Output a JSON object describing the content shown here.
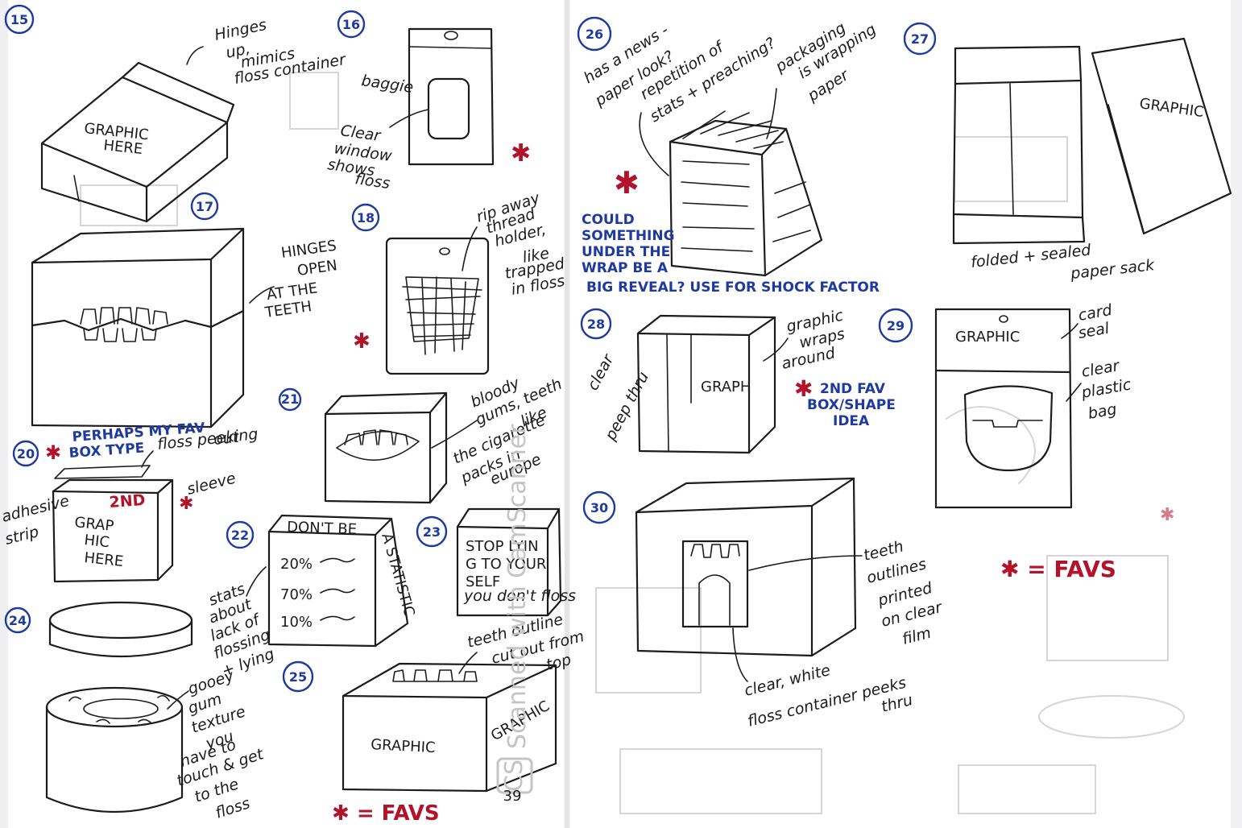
{
  "left_page": {
    "page_number": "39",
    "favs_key": "✱ = FAVS",
    "sketches": {
      "s15": {
        "number": "15",
        "graphic_line1": "GRAPHIC",
        "graphic_line2": "HERE",
        "note_line1": "Hinges",
        "note_line2": "up,",
        "note_line3": "mimics",
        "note_line4": "floss container"
      },
      "s16": {
        "number": "16",
        "note_baggie": "baggie",
        "note_line1": "Clear",
        "note_line2": "window",
        "note_line3": "shows",
        "note_line4": "floss"
      },
      "s17": {
        "number": "17",
        "note_line1": "HINGES",
        "note_line2": "OPEN",
        "note_line3": "AT THE",
        "note_line4": "TEETH"
      },
      "s18": {
        "number": "18",
        "note_line1": "rip away",
        "note_line2": "thread",
        "note_line3": "holder,",
        "note_line4": "like",
        "note_line5": "trapped",
        "note_line6": "in floss"
      },
      "s20": {
        "number": "20",
        "fav_line1": "PERHAPS MY FAV",
        "fav_line2": "BOX TYPE",
        "note_peek": "floss peeking",
        "note_out": "out",
        "note_sleeve": "sleeve",
        "note_adhesive1": "adhesive",
        "note_adhesive2": "strip",
        "graphic_line1": "GRAP",
        "graphic_line2": "HIC",
        "graphic_line3": "HERE",
        "red_note": "2ND"
      },
      "s21": {
        "number": "21",
        "note_line1": "bloody",
        "note_line2": "gums, teeth",
        "note_line3": "like",
        "note_line4": "the cigarette",
        "note_line5": "packs in",
        "note_line6": "europe"
      },
      "s22": {
        "number": "22",
        "header": "DON'T BE",
        "side": "A STATISTIC",
        "stat1": "20%",
        "stat2": "70%",
        "stat3": "10%",
        "note_line1": "stats",
        "note_line2": "about",
        "note_line3": "lack of",
        "note_line4": "flossing",
        "note_line5": "+ lying"
      },
      "s23": {
        "number": "23",
        "line1": "STOP LYIN",
        "line2": "G TO YOUR",
        "line3": "SELF",
        "line4": "you don't floss"
      },
      "s24": {
        "number": "24",
        "note_line1": "gooey",
        "note_line2": "gum",
        "note_line3": "texture",
        "note_line4": "you",
        "note_line5": "have to",
        "note_line6": "touch & get",
        "note_line7": "to the",
        "note_line8": "floss"
      },
      "s25": {
        "number": "25",
        "graphic_front": "GRAPHIC",
        "graphic_side": "GRAPHIC",
        "note_line1": "teeth outline",
        "note_line2": "cut out from",
        "note_line3": "top"
      }
    }
  },
  "right_page": {
    "favs_key": "✱ = FAVS",
    "sketches": {
      "s26": {
        "number": "26",
        "note_line1": "has a news -",
        "note_line2": "paper look?",
        "note_line3": "repetition of",
        "note_line4": "stats + preaching?",
        "note_line5": "packaging",
        "note_line6": "is wrapping",
        "note_line7": "paper",
        "blue_line1": "COULD",
        "blue_line2": "SOMETHING",
        "blue_line3": "UNDER THE",
        "blue_line4": "WRAP BE A",
        "blue_line5": "BIG REVEAL? USE FOR SHOCK FACTOR"
      },
      "s27": {
        "number": "27",
        "graphic": "GRAPHIC",
        "note_line1": "folded + sealed",
        "note_line2": "paper sack"
      },
      "s28": {
        "number": "28",
        "graphic": "GRAPH",
        "note_peep1": "clear",
        "note_peep2": "peep thru",
        "note_wrap1": "graphic",
        "note_wrap2": "wraps",
        "note_wrap3": "around",
        "blue_line1": "2ND FAV",
        "blue_line2": "BOX/SHAPE",
        "blue_line3": "IDEA"
      },
      "s29": {
        "number": "29",
        "graphic": "GRAPHIC",
        "note_card1": "card",
        "note_card2": "seal",
        "note_bag1": "clear",
        "note_bag2": "plastic",
        "note_bag3": "bag"
      },
      "s30": {
        "number": "30",
        "note_teeth1": "teeth",
        "note_teeth2": "outlines",
        "note_teeth3": "printed",
        "note_teeth4": "on clear",
        "note_teeth5": "film",
        "note_bottom1": "clear, white",
        "note_bottom2": "floss container peeks",
        "note_bottom3": "thru"
      }
    }
  },
  "watermark": {
    "text": "Scanned with CamScanner",
    "badge": "CS"
  },
  "colors": {
    "ink": "#1c1c1c",
    "blue_ink": "#1f3a9e",
    "red_ink": "#b3122b",
    "paper": "#ffffff",
    "bleed": "#d8d3dc"
  }
}
